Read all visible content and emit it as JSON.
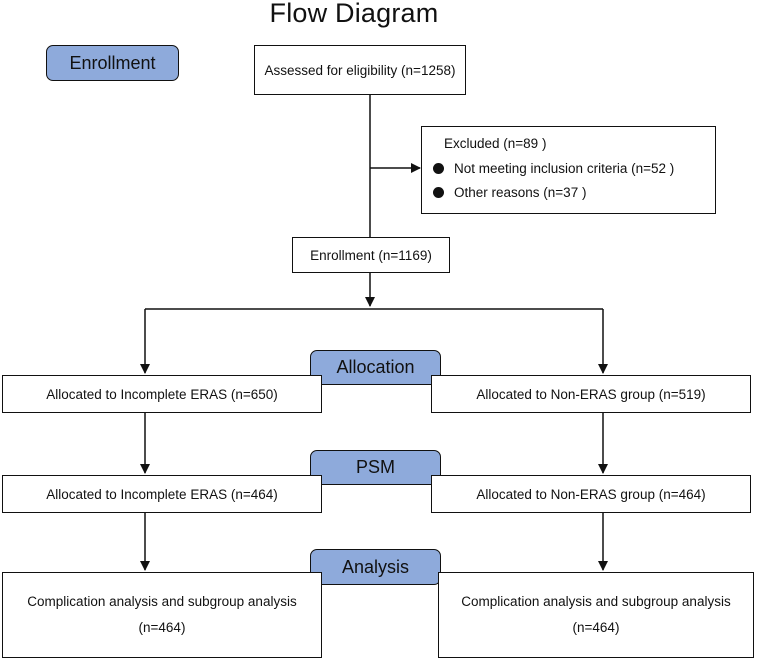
{
  "title": "Flow Diagram",
  "stages": {
    "enrollment": "Enrollment",
    "allocation": "Allocation",
    "psm": "PSM",
    "analysis": "Analysis"
  },
  "assessed": "Assessed for eligibility (n=1258)",
  "excluded": {
    "header": "Excluded  (n=89 )",
    "items": [
      "Not meeting inclusion criteria (n=52 )",
      "Other reasons (n=37 )"
    ]
  },
  "enrolled": "Enrollment (n=1169)",
  "allocation": {
    "left": "Allocated to Incomplete ERAS (n=650)",
    "right": "Allocated to Non-ERAS  group (n=519)"
  },
  "psm": {
    "left": "Allocated to Incomplete ERAS (n=464)",
    "right": "Allocated to Non-ERAS  group (n=464)"
  },
  "analysis": {
    "left": {
      "line1": "Complication analysis and subgroup analysis",
      "line2": "(n=464)"
    },
    "right": {
      "line1": "Complication analysis and subgroup analysis",
      "line2": "(n=464)"
    }
  }
}
